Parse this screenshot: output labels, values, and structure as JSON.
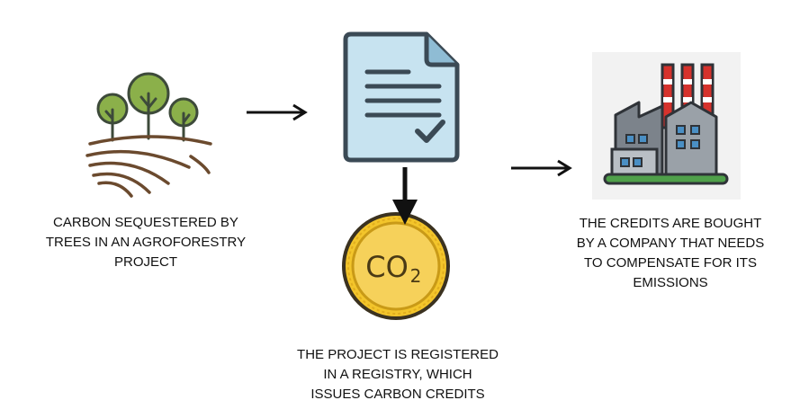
{
  "steps": {
    "forest": {
      "caption": [
        "CARBON SEQUESTERED BY",
        "TREES IN AN AGROFORESTRY",
        "PROJECT"
      ]
    },
    "registry": {
      "caption": [
        "THE PROJECT IS REGISTERED",
        "IN A REGISTRY, WHICH",
        "ISSUES CARBON CREDITS"
      ]
    },
    "company": {
      "caption": [
        "THE CREDITS ARE BOUGHT",
        "BY A COMPANY THAT NEEDS",
        "TO COMPENSATE FOR ITS",
        "EMISSIONS"
      ]
    }
  },
  "coin": {
    "label_main": "CO",
    "label_sub": "2"
  },
  "icons": {
    "forest": "agroforestry-icon",
    "document": "document-check-icon",
    "coin": "co2-coin-icon",
    "factory": "factory-icon"
  },
  "colors": {
    "tree_green": "#8bb04a",
    "outline": "#3d4a3a",
    "soil": "#6b4a2e",
    "document_fill": "#c7e3f0",
    "document_outline": "#3b4a55",
    "coin_gold": "#f3c52b",
    "factory_red": "#d6322c",
    "factory_gray": "#9aa1a8",
    "window_blue": "#4a8fc4"
  }
}
